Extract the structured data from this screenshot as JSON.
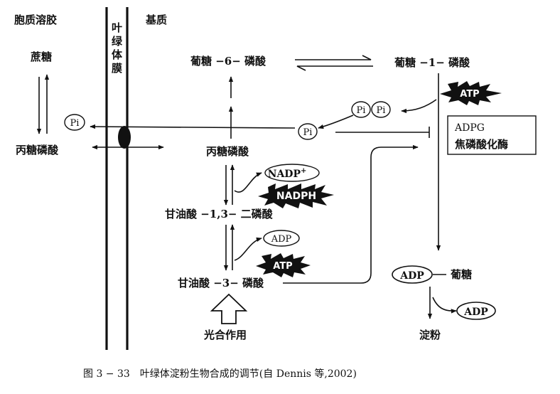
{
  "regions": {
    "cytosol": "胞质溶胶",
    "membrane": [
      "叶",
      "绿",
      "体",
      "膜"
    ],
    "stroma": "基质"
  },
  "labels": {
    "sucrose": "蔗糖",
    "pi_left": "Pi",
    "triose_phosphate_left": "丙糖磷酸",
    "glucose_6_phosphate": "葡糖 −6− 磷酸",
    "glucose_1_phosphate": "葡糖 −1− 磷酸",
    "triose_phosphate_stroma": "丙糖磷酸",
    "bisphosphoglycerate": "甘油酸 −1,3− 二磷酸",
    "phosphoglycerate": "甘油酸 −3− 磷酸",
    "photosynthesis": "光合作用",
    "pi_stroma": "Pi",
    "pi_pair_a": "Pi",
    "pi_pair_b": "Pi",
    "adp_glucose_adp": "ADP",
    "adp_glucose_sugar": "葡糖",
    "starch": "淀粉",
    "adp_out": "ADP"
  },
  "cofactors": {
    "nadp": "NADP",
    "nadp_sup": "+",
    "nadph": "NADPH",
    "adp": "ADP",
    "atp_photo": "ATP",
    "atp_enzyme": "ATP"
  },
  "enzyme_box": {
    "line1": "ADPG",
    "line2": "焦磷酸化酶"
  },
  "caption": "图 3 − 33　叶绿体淀粉生物合成的调节(自 Dennis 等,2002)"
}
